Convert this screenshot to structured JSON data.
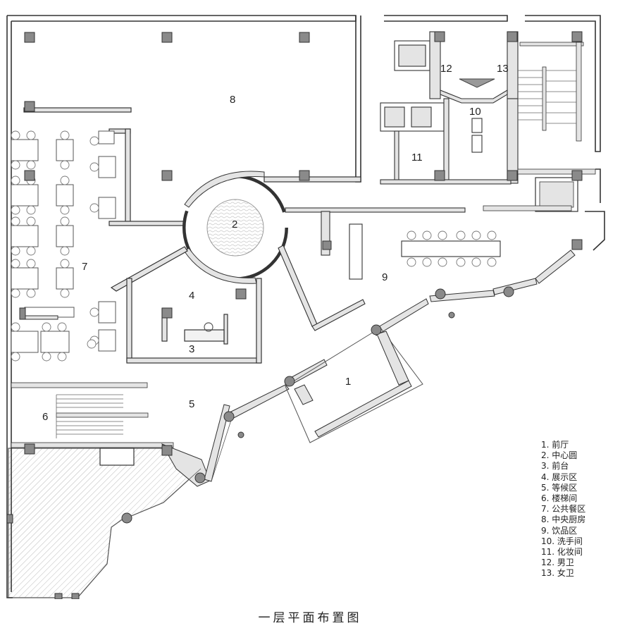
{
  "title": "一层平面布置图",
  "rooms": [
    {
      "number": "1"
    },
    {
      "number": "2"
    },
    {
      "number": "3"
    },
    {
      "number": "4"
    },
    {
      "number": "5"
    },
    {
      "number": "6"
    },
    {
      "number": "7"
    },
    {
      "number": "8"
    },
    {
      "number": "9"
    },
    {
      "number": "10"
    },
    {
      "number": "11"
    },
    {
      "number": "12"
    },
    {
      "number": "13"
    }
  ],
  "legend": [
    "1. 前厅",
    "2. 中心圆",
    "3. 前台",
    "4. 展示区",
    "5. 等候区",
    "6. 楼梯间",
    "7. 公共餐区",
    "8. 中央厨房",
    "9. 饮品区",
    "10. 洗手间",
    "11. 化妆间",
    "12. 男卫",
    "13. 女卫"
  ],
  "colors": {
    "wall_fill": "#e4e4e4",
    "wall_stroke": "#333333",
    "column": "#8a8a8a",
    "line": "#555555"
  }
}
